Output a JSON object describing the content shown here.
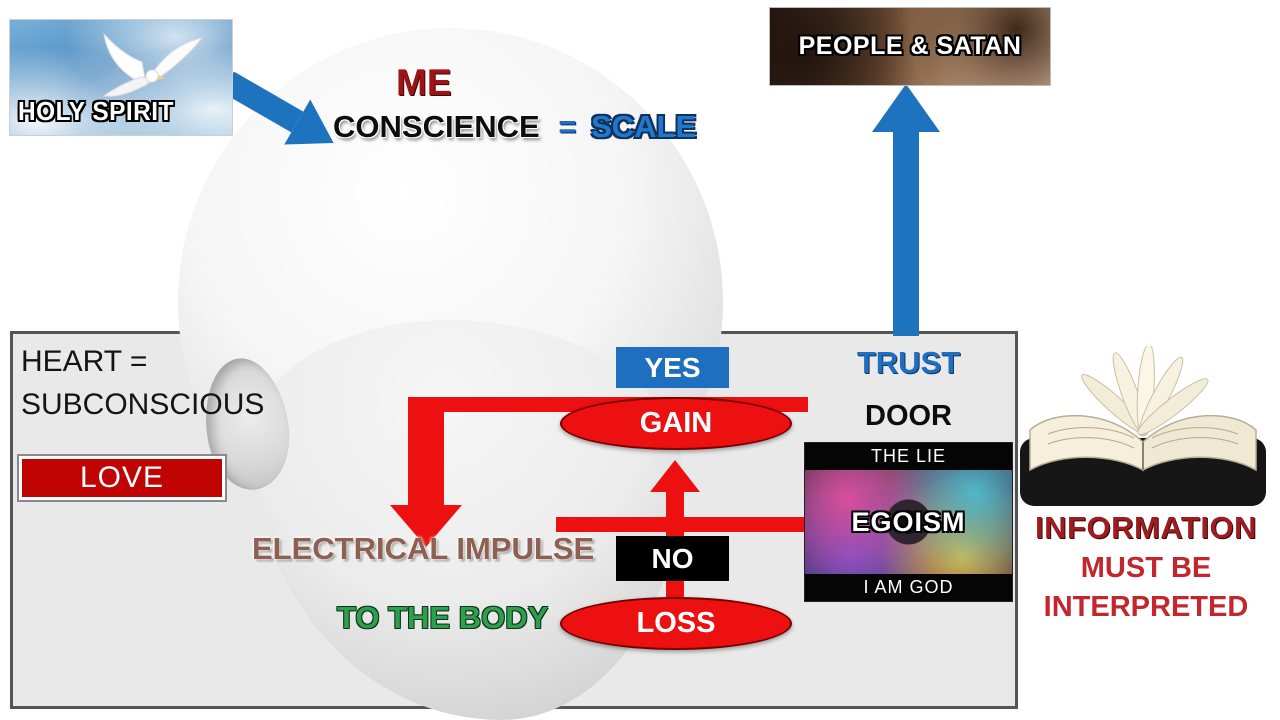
{
  "holy_spirit": {
    "label": "HOLY SPIRIT"
  },
  "people_satan": {
    "label": "PEOPLE & SATAN"
  },
  "head": {
    "me": "ME",
    "conscience": "CONSCIENCE",
    "equals": "=",
    "scale": "SCALE"
  },
  "heart_box": {
    "heading_line1": "HEART =",
    "heading_line2": "SUBCONSCIOUS",
    "love": "LOVE",
    "yes": "YES",
    "gain": "GAIN",
    "no": "NO",
    "loss": "LOSS",
    "trust": "TRUST",
    "door": "DOOR",
    "electrical_impulse": "ELECTRICAL IMPULSE",
    "to_the_body": "TO THE BODY"
  },
  "lie_panel": {
    "top": "THE LIE",
    "middle": "EGOISM",
    "bottom": "I AM GOD"
  },
  "information": {
    "line1": "INFORMATION",
    "line2": "MUST BE",
    "line3": "INTERPRETED"
  },
  "colors": {
    "blue": "#1e6fc0",
    "red": "#ec1010",
    "love_red": "#c00404",
    "dark_red_text": "#9e1b1f",
    "red_text": "#c1272d",
    "green": "#2f9e4f",
    "brown": "#8e6051",
    "box_bg": "#e9e9e9",
    "box_border": "#555555"
  }
}
